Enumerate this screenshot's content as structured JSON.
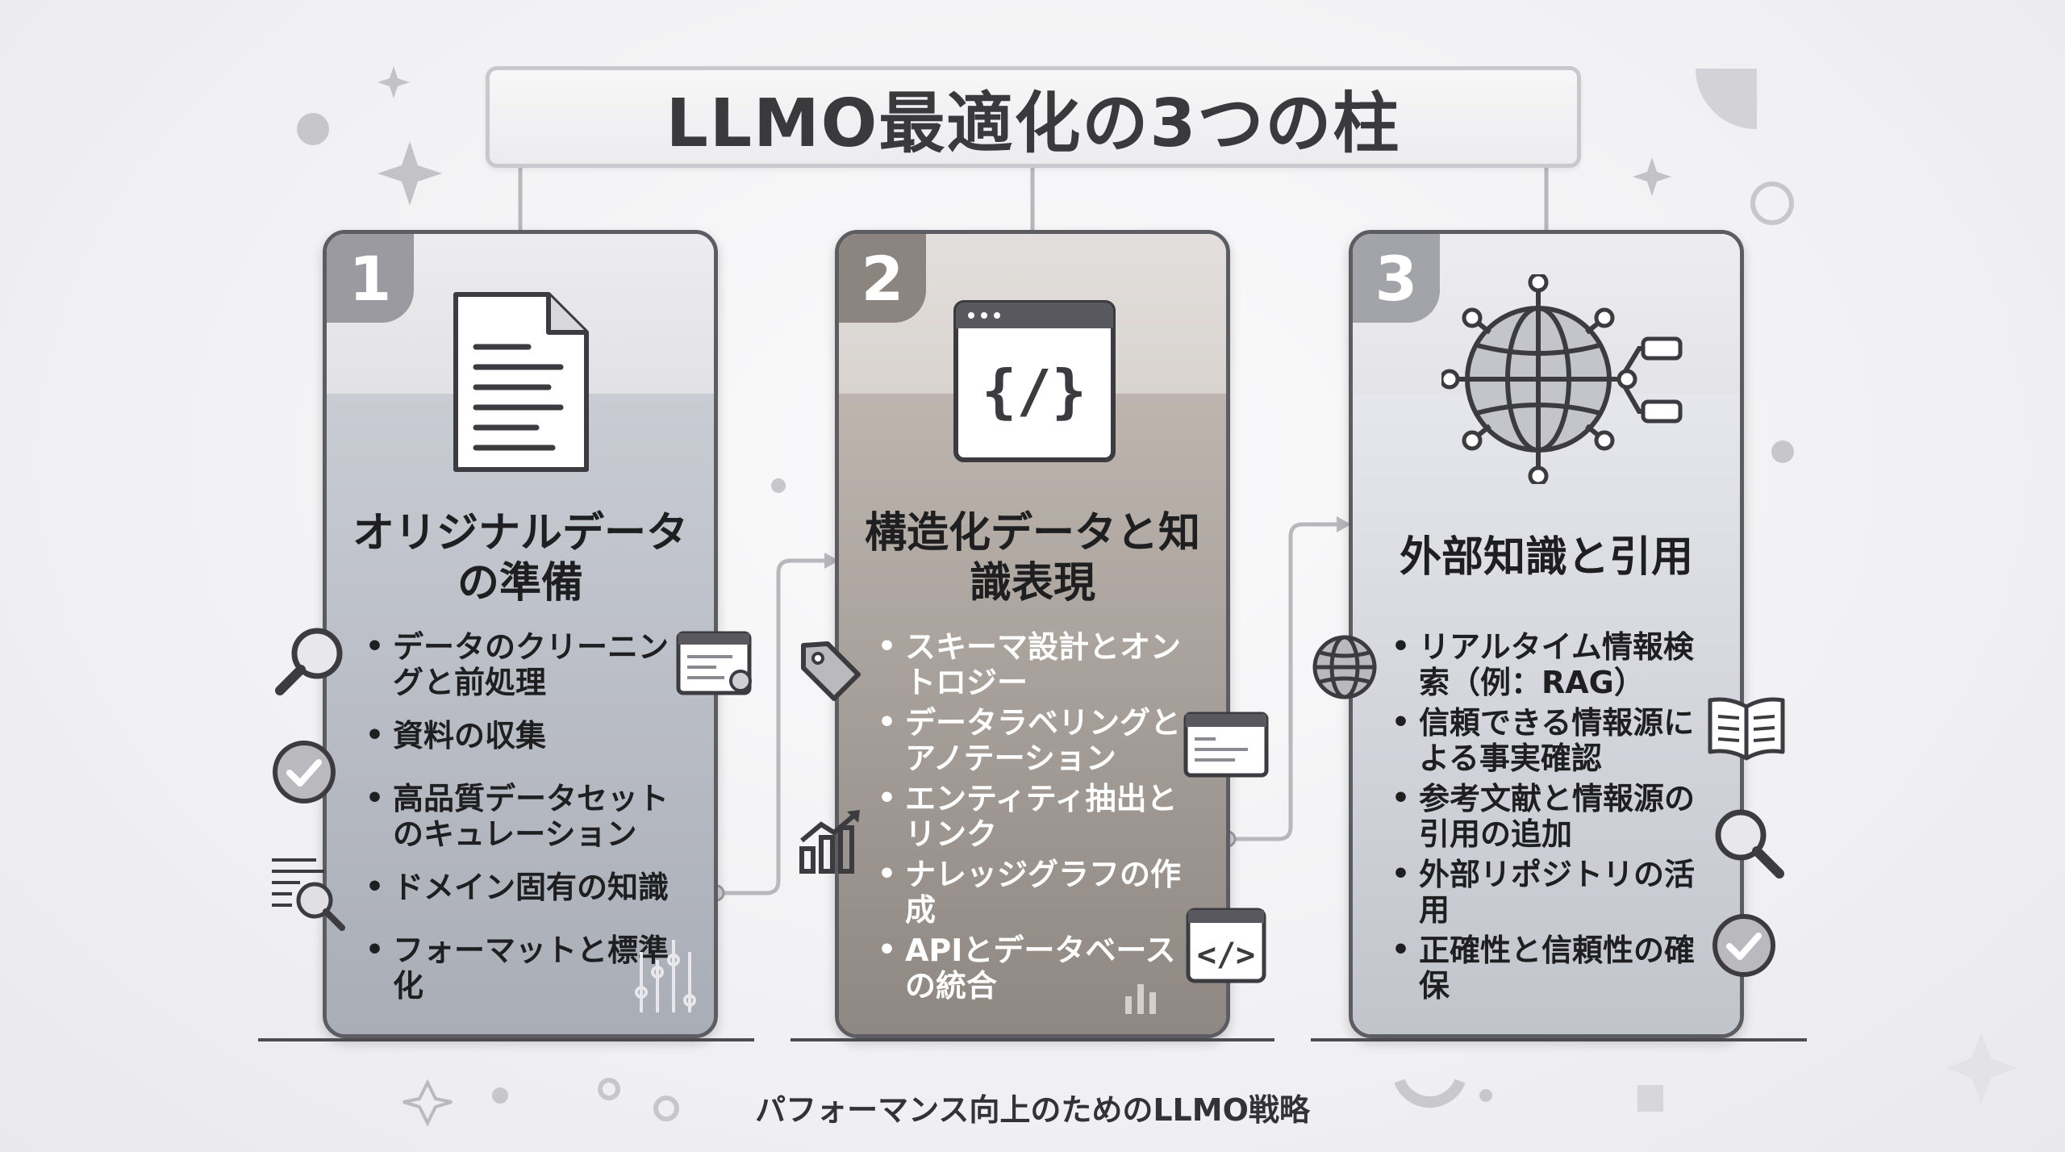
{
  "title": "LLMO最適化の3つの柱",
  "pillars": [
    {
      "number": "1",
      "title": "オリジナルデータの準備",
      "items": [
        "データのクリーニングと前処理",
        "資料の収集",
        "高品質データセットのキュレーション",
        "ドメイン固有の知識",
        "フォーマットと標準化"
      ],
      "icon": "document-icon"
    },
    {
      "number": "2",
      "title": "構造化データと知識表現",
      "items": [
        "スキーマ設計とオントロジー",
        "データラベリングとアノテーション",
        "エンティティ抽出とリンク",
        "ナレッジグラフの作成",
        "APIとデータベースの統合"
      ],
      "icon": "code-window-icon"
    },
    {
      "number": "3",
      "title": "外部知識と引用",
      "items": [
        "リアルタイム情報検索（例：RAG）",
        "信頼できる情報源による事実確認",
        "参考文献と情報源の引用の追加",
        "外部リポジトリの活用",
        "正確性と信頼性の確保"
      ],
      "icon": "network-globe-icon"
    }
  ],
  "footer": "パフォーマンス向上のためのLLMO戦略",
  "colors": {
    "card_border": "#5c5c62",
    "pillar1_body": "#a9adb6",
    "pillar2_body": "#8e8782",
    "pillar3_body": "#c2c4cc",
    "title_text": "#3a3a3d"
  }
}
